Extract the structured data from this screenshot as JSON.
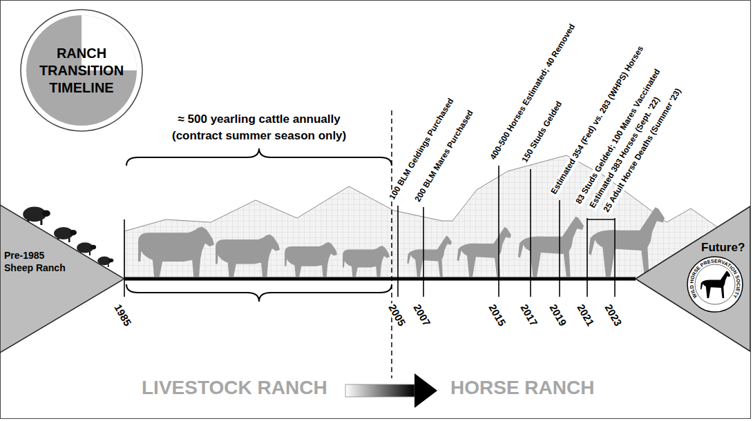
{
  "diagram": {
    "nodes": [
      {
        "text": [
          "RANCH TRANSITION TIMELINE"
        ]
      },
      {
        "text": [
          "Pre-1985 Sheep Ranch"
        ]
      },
      {
        "text": [
          "Future?"
        ]
      }
    ],
    "edges": [
      {
        "from": 1,
        "to": 2,
        "arrow": "none"
      }
    ],
    "labels": [
      "≈ 500 yearling cattle annually",
      "(contract summer season only)",
      "1985",
      "2005",
      "100 BLM Geldings Purchased",
      "2007",
      "200 BLM Mares Purchased",
      "2015",
      "400-500 Horses Estimated; 40 Removed",
      "2017",
      "150 Studs Gelded",
      "2019",
      "Estimated 354 (Fed) vs. 283 (WHPS) Horses",
      "2021",
      "83 Studs Gelded; 100 Mares Vaccinated",
      "Estimated 383 Horses (Sept. '22)",
      "2023",
      "25 Adult Horse Deaths (Summer '23)",
      "LIVESTOCK RANCH",
      "HORSE RANCH",
      "WILD HORSE PRESERVATION SOCIETY"
    ]
  }
}
